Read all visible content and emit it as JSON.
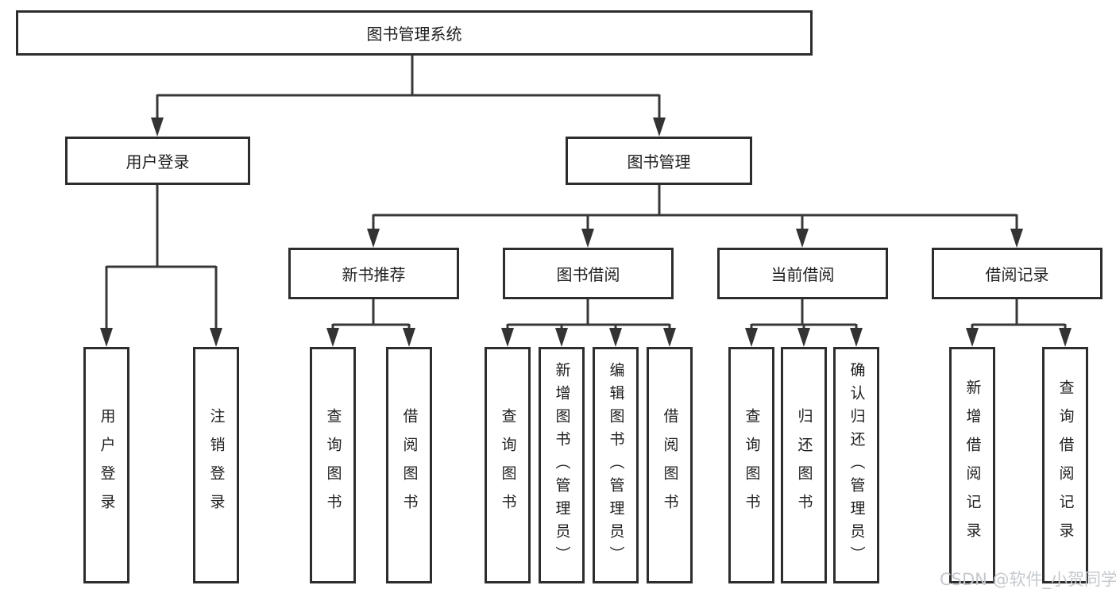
{
  "diagram": {
    "root": {
      "label": "图书管理系统",
      "children": [
        {
          "label": "用户登录",
          "children": [
            {
              "label": "用户登录"
            },
            {
              "label": "注销登录"
            }
          ]
        },
        {
          "label": "图书管理",
          "children": [
            {
              "label": "新书推荐",
              "children": [
                {
                  "label": "查询图书"
                },
                {
                  "label": "借阅图书"
                }
              ]
            },
            {
              "label": "图书借阅",
              "children": [
                {
                  "label": "查询图书"
                },
                {
                  "label": "新增图书（管理员）"
                },
                {
                  "label": "编辑图书（管理员）"
                },
                {
                  "label": "借阅图书"
                }
              ]
            },
            {
              "label": "当前借阅",
              "children": [
                {
                  "label": "查询图书"
                },
                {
                  "label": "归还图书"
                },
                {
                  "label": "确认归还（管理员）"
                }
              ]
            },
            {
              "label": "借阅记录",
              "children": [
                {
                  "label": "新增借阅记录"
                },
                {
                  "label": "查询借阅记录"
                }
              ]
            }
          ]
        }
      ]
    }
  },
  "watermark": {
    "text": "CSDN @软件_小贺同学"
  },
  "colors": {
    "line": "#383838",
    "border": "#2d2d2d",
    "watermark": "#c5c9ce"
  }
}
